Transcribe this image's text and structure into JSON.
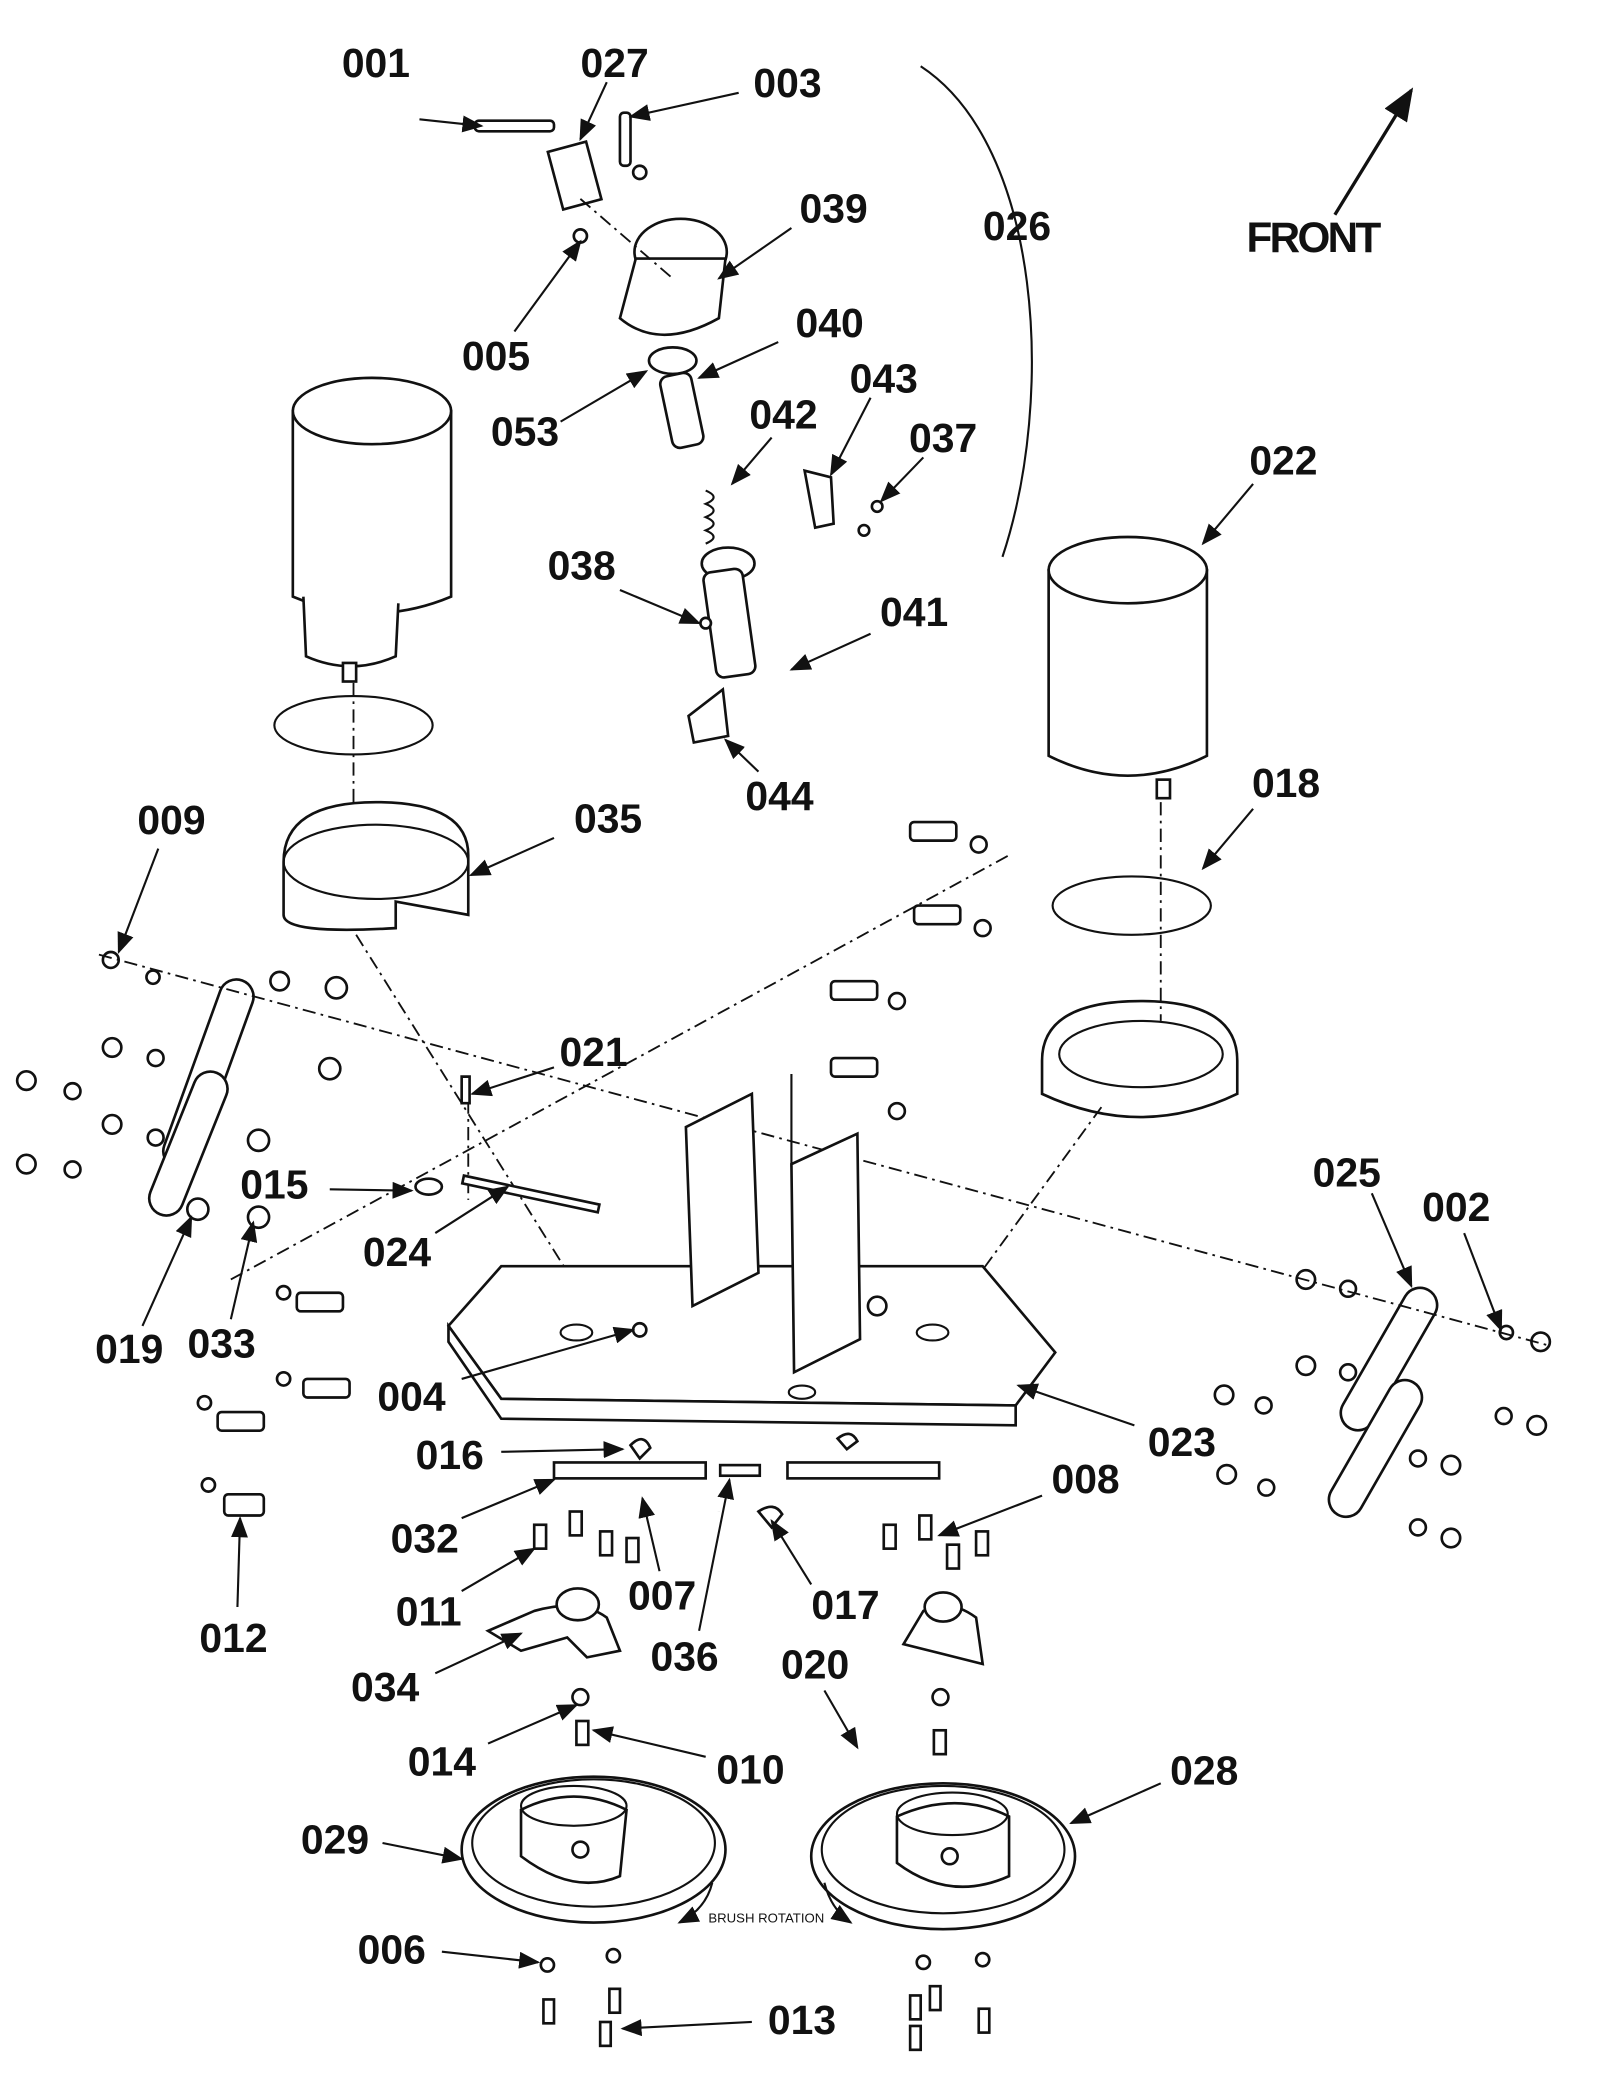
{
  "diagram": {
    "front_label": "FRONT",
    "rotation_label": "BRUSH ROTATION",
    "part_labels": [
      "001",
      "027",
      "003",
      "039",
      "026",
      "005",
      "040",
      "053",
      "043",
      "042",
      "037",
      "022",
      "038",
      "041",
      "044",
      "009",
      "035",
      "018",
      "021",
      "015",
      "025",
      "002",
      "024",
      "019",
      "033",
      "004",
      "023",
      "016",
      "008",
      "032",
      "012",
      "011",
      "007",
      "017",
      "036",
      "034",
      "020",
      "014",
      "010",
      "028",
      "029",
      "006",
      "013"
    ]
  }
}
